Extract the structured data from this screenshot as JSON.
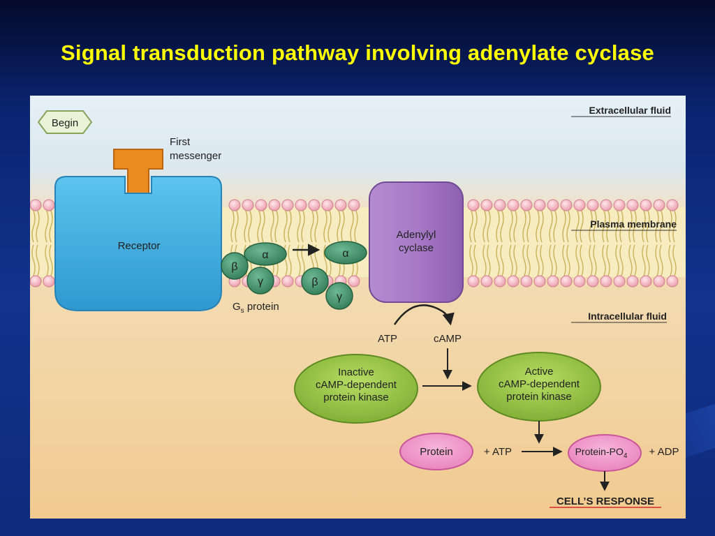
{
  "slide": {
    "title": "Signal transduction pathway involving adenylate cyclase"
  },
  "diagram": {
    "begin": "Begin",
    "extracellular": "Extracellular fluid",
    "plasma_membrane": "Plasma membrane",
    "intracellular": "Intracellular fluid",
    "first_messenger": [
      "First",
      "messenger"
    ],
    "receptor": "Receptor",
    "gs_protein": {
      "main": "G",
      "sub": "s",
      "rest": " protein"
    },
    "alpha": "α",
    "beta": "β",
    "gamma": "γ",
    "adenylyl_cyclase": [
      "Adenylyl",
      "cyclase"
    ],
    "atp": "ATP",
    "camp": "cAMP",
    "inactive_kinase": [
      "Inactive",
      "cAMP-dependent",
      "protein kinase"
    ],
    "active_kinase": [
      "Active",
      "cAMP-dependent",
      "protein kinase"
    ],
    "protein": "Protein",
    "plus_atp": "+ ATP",
    "protein_po4": {
      "main": "Protein-PO",
      "sub": "4"
    },
    "plus_adp": "+ ADP",
    "cells_response": "CELL’S RESPONSE"
  },
  "colors": {
    "title": "#ffff00",
    "extracellular_bg": "#e3eef6",
    "intracellular_bg": "#f2cf9a",
    "receptor": "#3aa9dc",
    "first_messenger": "#e98b1f",
    "adenylyl_cyclase": "#a97bc6",
    "g_protein": "#3e8f68",
    "kinase": "#8fbf3e",
    "protein": "#f08fc4",
    "response": "#d42a2a"
  }
}
